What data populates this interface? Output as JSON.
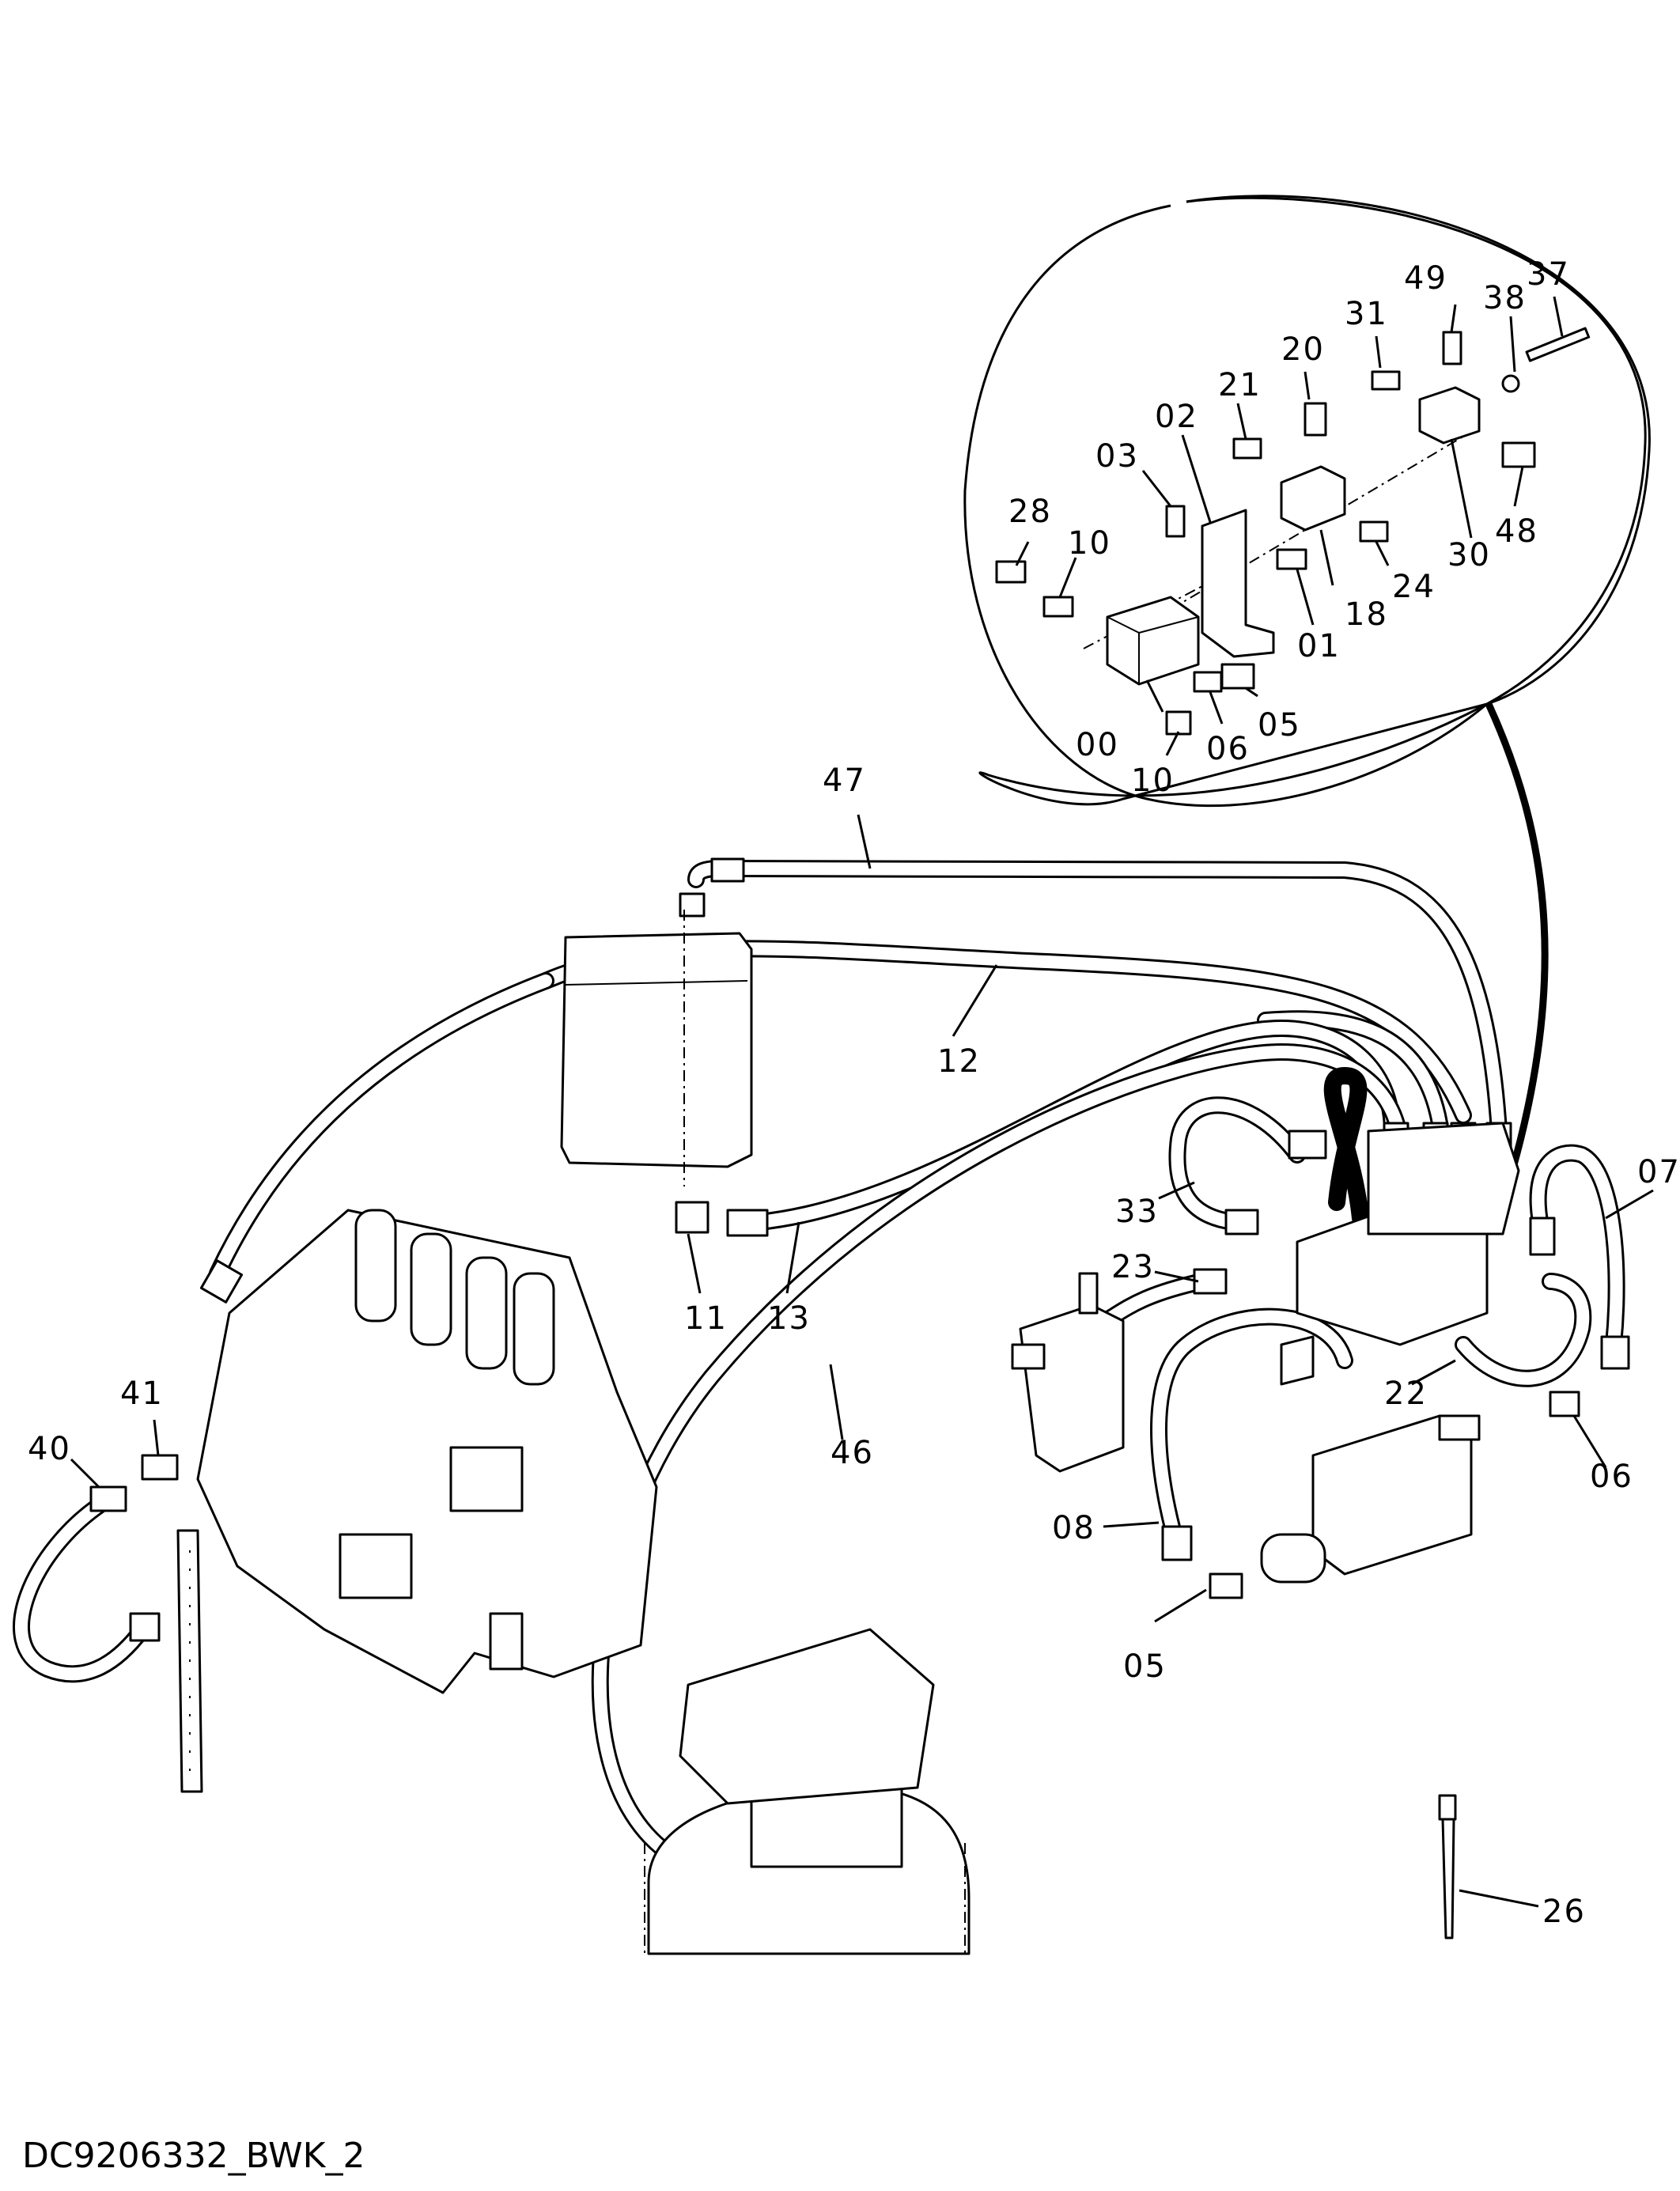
{
  "drawing_id": "DC9206332_BWK_2",
  "callouts": [
    {
      "id": "c37",
      "text": "37"
    },
    {
      "id": "c49",
      "text": "49"
    },
    {
      "id": "c38",
      "text": "38"
    },
    {
      "id": "c31",
      "text": "31"
    },
    {
      "id": "c20",
      "text": "20"
    },
    {
      "id": "c21",
      "text": "21"
    },
    {
      "id": "c02",
      "text": "02"
    },
    {
      "id": "c03",
      "text": "03"
    },
    {
      "id": "c28",
      "text": "28"
    },
    {
      "id": "c10a",
      "text": "10"
    },
    {
      "id": "c48",
      "text": "48"
    },
    {
      "id": "c30",
      "text": "30"
    },
    {
      "id": "c24",
      "text": "24"
    },
    {
      "id": "c18",
      "text": "18"
    },
    {
      "id": "c01",
      "text": "01"
    },
    {
      "id": "c05a",
      "text": "05"
    },
    {
      "id": "c06a",
      "text": "06"
    },
    {
      "id": "c00",
      "text": "00"
    },
    {
      "id": "c10b",
      "text": "10"
    },
    {
      "id": "c47",
      "text": "47"
    },
    {
      "id": "c12",
      "text": "12"
    },
    {
      "id": "c07",
      "text": "07"
    },
    {
      "id": "c33",
      "text": "33"
    },
    {
      "id": "c23",
      "text": "23"
    },
    {
      "id": "c11",
      "text": "11"
    },
    {
      "id": "c13",
      "text": "13"
    },
    {
      "id": "c22",
      "text": "22"
    },
    {
      "id": "c41",
      "text": "41"
    },
    {
      "id": "c40",
      "text": "40"
    },
    {
      "id": "c46",
      "text": "46"
    },
    {
      "id": "c06b",
      "text": "06"
    },
    {
      "id": "c08",
      "text": "08"
    },
    {
      "id": "c05b",
      "text": "05"
    },
    {
      "id": "c26",
      "text": "26"
    }
  ]
}
